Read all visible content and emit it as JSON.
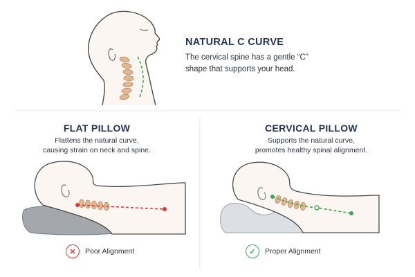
{
  "top_panel": {
    "title": "NATURAL C CURVE",
    "description": "The cervical spine has a gentle “C” shape that supports your head."
  },
  "flat_pillow": {
    "title": "FLAT PILLOW",
    "description_line1": "Flattens the natural curve,",
    "description_line2": "causing strain on neck and spine.",
    "status_icon": "x-icon",
    "status_label": "Poor Alignment",
    "status_color": "#d63b3b"
  },
  "cervical_pillow": {
    "title": "CERVICAL PILLOW",
    "description_line1": "Supports the natural curve,",
    "description_line2": "promotes healthy spinal alignment.",
    "status_icon": "check-icon",
    "status_label": "Proper Alignment",
    "status_color": "#3aa856"
  },
  "colors": {
    "title": "#1f3357",
    "spine_guide_good": "#3aa856",
    "spine_guide_bad": "#d63b3b",
    "vertebrae": "#e2b890",
    "skin_fill": "#fbf6f2",
    "outline": "#4a4a4a",
    "pillow_flat": "#a4a7ac",
    "pillow_cervical": "#dcdfe3"
  }
}
